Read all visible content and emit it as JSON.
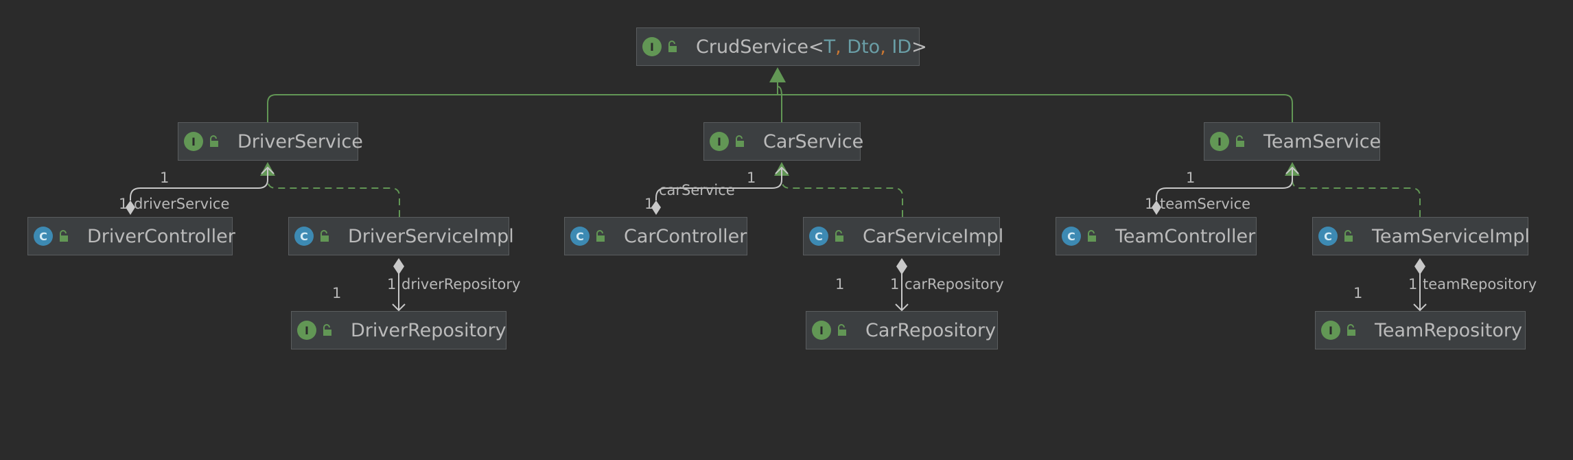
{
  "colors": {
    "background": "#2b2b2b",
    "node_fill": "#3c3f41",
    "node_border": "#5a5d5f",
    "interface_badge": "#629755",
    "class_badge": "#3d8ab3",
    "generalization": "#629755",
    "association": "#c8c8c8",
    "type_param": "#6a9ea6",
    "comma": "#cc7832"
  },
  "nodes": {
    "crud_service": {
      "badge": "I",
      "kind": "interface",
      "name": "CrudService",
      "lt": "<",
      "p1": "T",
      "c1": ", ",
      "p2": "Dto",
      "c2": ", ",
      "p3": "ID",
      "gt": ">"
    },
    "driver_service": {
      "badge": "I",
      "kind": "interface",
      "name": "DriverService"
    },
    "car_service": {
      "badge": "I",
      "kind": "interface",
      "name": "CarService"
    },
    "team_service": {
      "badge": "I",
      "kind": "interface",
      "name": "TeamService"
    },
    "driver_controller": {
      "badge": "C",
      "kind": "class",
      "name": "DriverController"
    },
    "driver_service_impl": {
      "badge": "C",
      "kind": "class",
      "name": "DriverServiceImpl"
    },
    "car_controller": {
      "badge": "C",
      "kind": "class",
      "name": "CarController"
    },
    "car_service_impl": {
      "badge": "C",
      "kind": "class",
      "name": "CarServiceImpl"
    },
    "team_controller": {
      "badge": "C",
      "kind": "class",
      "name": "TeamController"
    },
    "team_service_impl": {
      "badge": "C",
      "kind": "class",
      "name": "TeamServiceImpl"
    },
    "driver_repository": {
      "badge": "I",
      "kind": "interface",
      "name": "DriverRepository"
    },
    "car_repository": {
      "badge": "I",
      "kind": "interface",
      "name": "CarRepository"
    },
    "team_repository": {
      "badge": "I",
      "kind": "interface",
      "name": "TeamRepository"
    }
  },
  "labels": {
    "driver_service_mult_top": "1",
    "driver_service_mult_end": "1",
    "driver_service_role": "driverService",
    "car_service_mult_top": "1",
    "car_service_mult_end": "1",
    "car_service_role": "carService",
    "team_service_mult_top": "1",
    "team_service_mult_end": "1",
    "team_service_role": "teamService",
    "driver_repo_mult_left": "1",
    "driver_repo_mult_end": "1",
    "driver_repo_role": "driverRepository",
    "car_repo_mult_left": "1",
    "car_repo_mult_end": "1",
    "car_repo_role": "carRepository",
    "team_repo_mult_left": "1",
    "team_repo_mult_end": "1",
    "team_repo_role": "teamRepository"
  }
}
